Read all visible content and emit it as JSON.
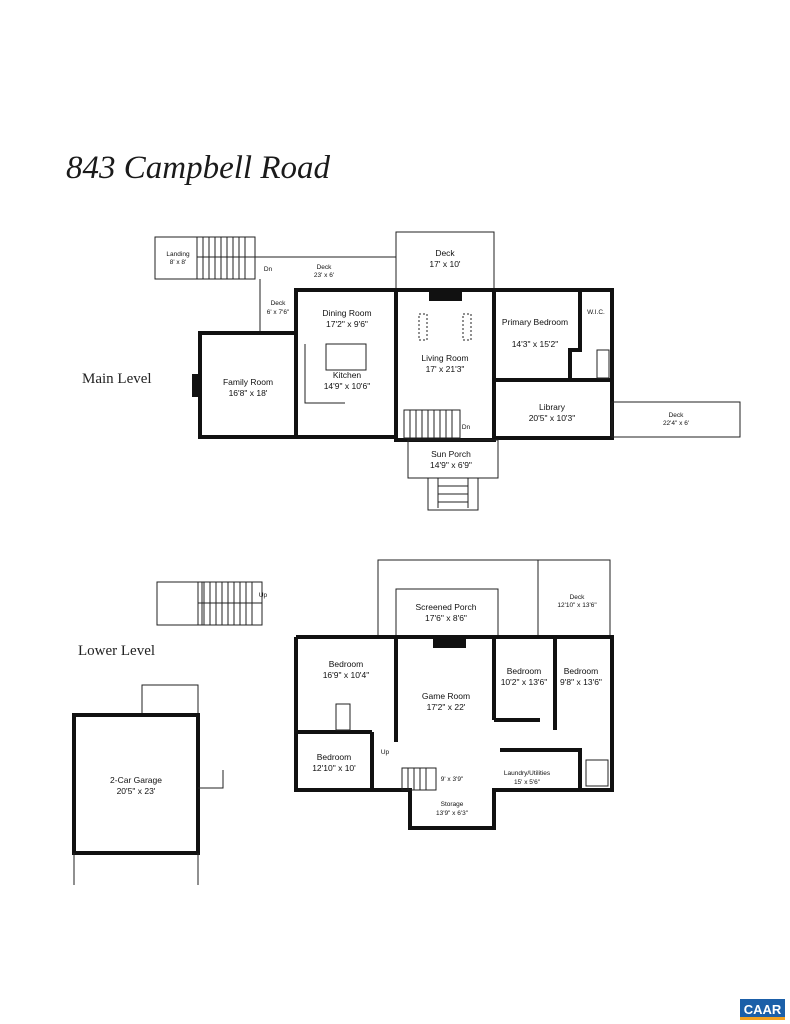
{
  "title": "843 Campbell Road",
  "levels": {
    "main": "Main Level",
    "lower": "Lower Level"
  },
  "main_rooms": [
    {
      "name": "Landing",
      "size": "8' x 8'"
    },
    {
      "name": "Deck",
      "size": "23' x 6'"
    },
    {
      "name": "Deck",
      "size": "6' x 7'6\""
    },
    {
      "name": "Deck",
      "size": "17' x 10'"
    },
    {
      "name": "Dining Room",
      "size": "17'2\" x 9'6\""
    },
    {
      "name": "Kitchen",
      "size": "14'9\" x 10'6\""
    },
    {
      "name": "Family Room",
      "size": "16'8\" x 18'"
    },
    {
      "name": "Living Room",
      "size": "17' x 21'3\""
    },
    {
      "name": "Primary Bedroom",
      "size": "14'3\" x 15'2\""
    },
    {
      "name": "W.I.C.",
      "size": ""
    },
    {
      "name": "Library",
      "size": "20'5\" x 10'3\""
    },
    {
      "name": "Deck",
      "size": "22'4\" x 6'"
    },
    {
      "name": "Sun Porch",
      "size": "14'9\" x 6'9\""
    }
  ],
  "lower_rooms": [
    {
      "name": "Screened Porch",
      "size": "17'6\" x 8'6\""
    },
    {
      "name": "Deck",
      "size": "12'10\" x 13'6\""
    },
    {
      "name": "Bedroom",
      "size": "16'9\" x 10'4\""
    },
    {
      "name": "Game Room",
      "size": "17'2\" x 22'"
    },
    {
      "name": "Bedroom",
      "size": "10'2\" x 13'6\""
    },
    {
      "name": "Bedroom",
      "size": "9'8\" x 13'6\""
    },
    {
      "name": "Bedroom",
      "size": "12'10\" x 10'"
    },
    {
      "name": "Laundry/Utilities",
      "size": "15' x 5'6\""
    },
    {
      "name": "",
      "size": "9' x 3'9\""
    },
    {
      "name": "Storage",
      "size": "13'9\" x 6'3\""
    },
    {
      "name": "2-Car Garage",
      "size": "20'5\" x 23'"
    }
  ],
  "stair_labels": {
    "dn": "Dn",
    "up": "Up"
  },
  "logo": "CAAR",
  "colors": {
    "logo_bg": "#1b5fa8",
    "logo_stripe": "#f0a020"
  }
}
